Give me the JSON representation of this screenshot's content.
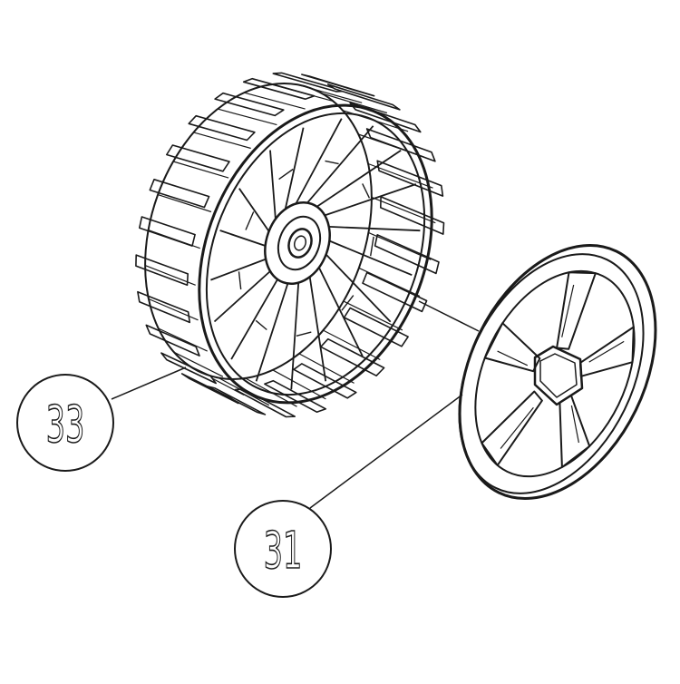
{
  "callouts": [
    {
      "id": "wheel",
      "label": "33"
    },
    {
      "id": "hubcap",
      "label": "31"
    }
  ],
  "colors": {
    "ink": "#1a1a1a",
    "background": "#ffffff"
  }
}
